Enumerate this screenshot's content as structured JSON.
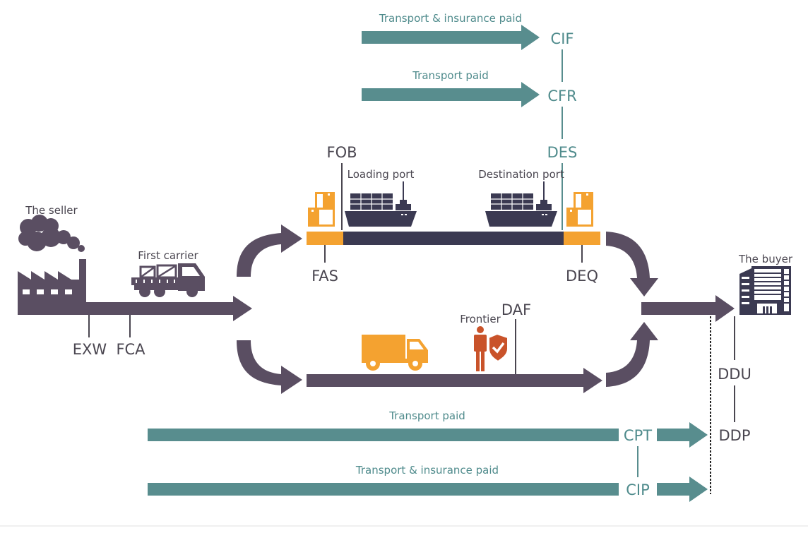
{
  "colors": {
    "purple": "#5a4e62",
    "navy": "#3b3a52",
    "orange": "#f4a230",
    "teal": "#588d8e",
    "teal_text": "#4f8b8c",
    "dark_text": "#4a4650",
    "frontier_red": "#c9532a"
  },
  "actors": {
    "seller": "The seller",
    "first_carrier": "First carrier",
    "loading_port": "Loading port",
    "destination_port": "Destination port",
    "frontier": "Frontier",
    "buyer": "The buyer"
  },
  "terms": {
    "exw": "EXW",
    "fca": "FCA",
    "fas": "FAS",
    "fob": "FOB",
    "des": "DES",
    "deq": "DEQ",
    "cif": "CIF",
    "cfr": "CFR",
    "daf": "DAF",
    "ddu": "DDU",
    "ddp": "DDP",
    "cpt": "CPT",
    "cip": "CIP"
  },
  "sea_cost_arrows": {
    "cif_label": "Transport & insurance paid",
    "cfr_label": "Transport paid"
  },
  "land_cost_arrows": {
    "cpt_label": "Transport paid",
    "cip_label": "Transport & insurance paid"
  }
}
